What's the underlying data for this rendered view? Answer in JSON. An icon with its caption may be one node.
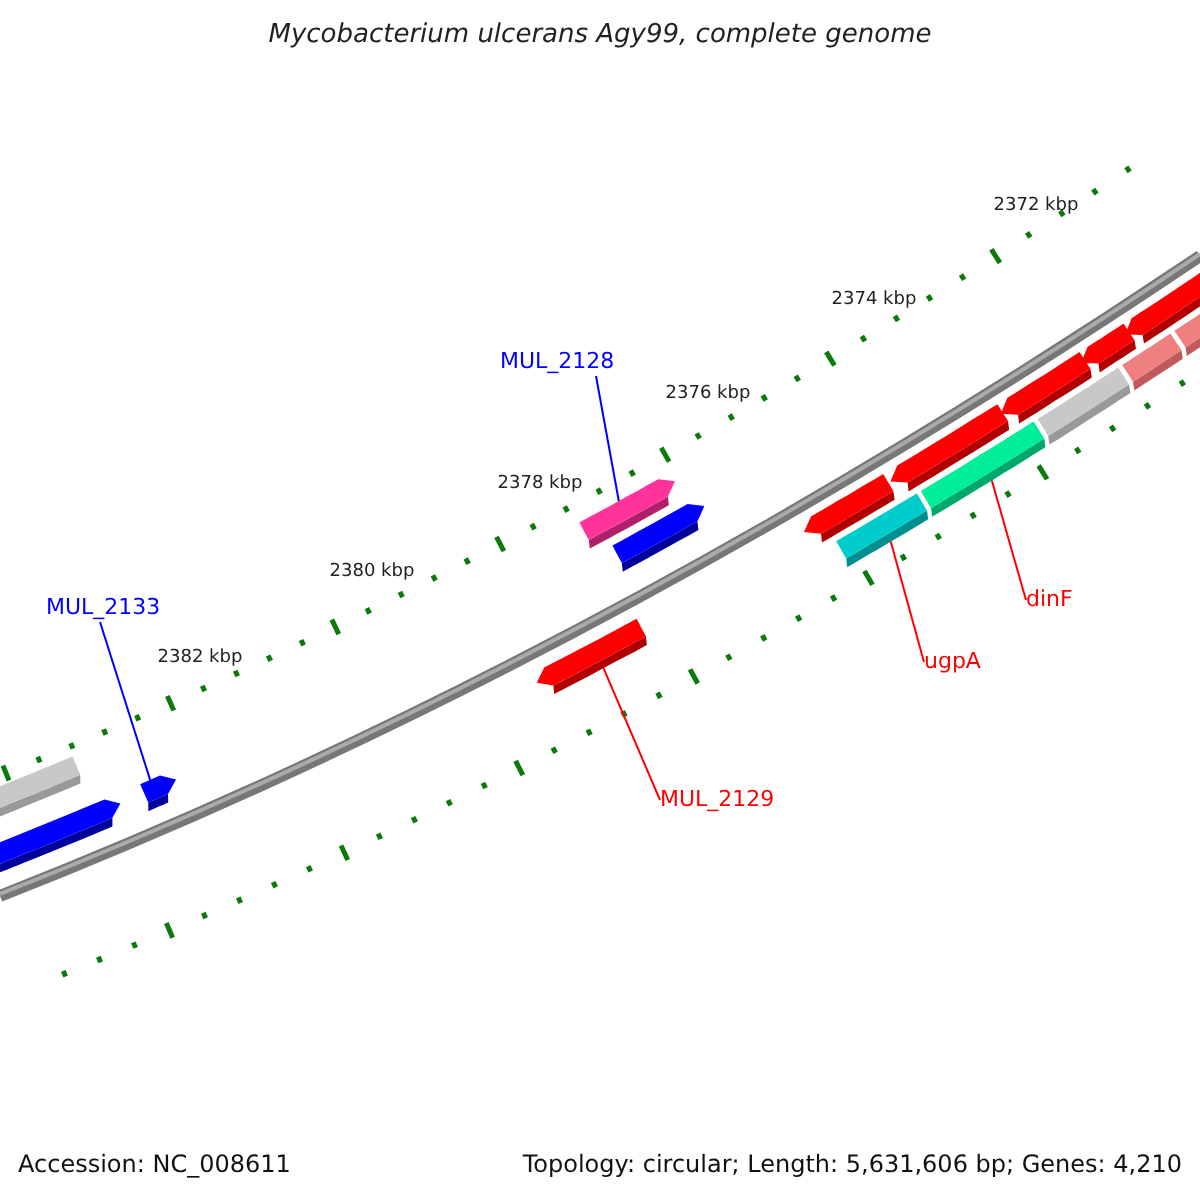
{
  "diagram": {
    "title": "Mycobacterium ulcerans Agy99, complete genome",
    "nodes": [
      {
        "text": [
          "MUL_2128"
        ]
      },
      {
        "text": [],
        "shape": "arrow"
      },
      {
        "text": [
          "MUL_2133"
        ]
      },
      {
        "text": [],
        "shape": "arrow"
      },
      {
        "text": [
          "dinF"
        ]
      },
      {
        "text": [],
        "shape": "arrow"
      },
      {
        "text": [
          "ugpA"
        ]
      },
      {
        "text": [],
        "shape": "arrow"
      },
      {
        "text": [
          "MUL_2129"
        ]
      },
      {
        "text": [],
        "shape": "arrow"
      },
      {
        "text": [],
        "shape": "arrow"
      },
      {
        "text": [],
        "shape": "arrow"
      },
      {
        "text": [],
        "shape": "arrow"
      },
      {
        "text": [],
        "shape": "arrow"
      },
      {
        "text": [],
        "shape": "arrow"
      },
      {
        "text": [],
        "shape": "arrow"
      },
      {
        "text": [],
        "shape": "arrow"
      },
      {
        "text": [],
        "shape": "arrow"
      },
      {
        "text": [],
        "shape": "arrow"
      },
      {
        "text": [],
        "shape": "arrow"
      },
      {
        "text": [],
        "shape": "arrow"
      }
    ],
    "edges": [
      {
        "from": 0,
        "to": 1,
        "arrow": "none",
        "color": "#0000ff"
      },
      {
        "from": 2,
        "to": 3,
        "arrow": "none",
        "color": "#0000ff"
      },
      {
        "from": 4,
        "to": 5,
        "arrow": "none"
      },
      {
        "from": 6,
        "to": 7,
        "arrow": "none"
      },
      {
        "from": 8,
        "to": 9,
        "arrow": "none"
      }
    ],
    "labels": [
      "2372 kbp",
      "2374 kbp",
      "2376 kbp",
      "2378 kbp",
      "2380 kbp",
      "2382 kbp",
      "Accession: NC_008611",
      "Topology: circular; Length: 5,631,606 bp; Genes: 4,210"
    ]
  }
}
